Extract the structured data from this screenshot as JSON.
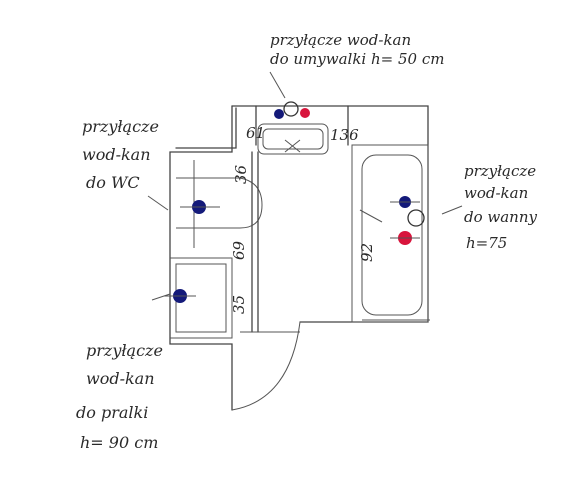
{
  "labels": {
    "sink": {
      "line1": "przyłącze wod-kan",
      "line2": "do umywalki  h= 50 cm"
    },
    "wc": {
      "line1": "przyłącze",
      "line2": "wod-kan",
      "line3": "do WC"
    },
    "bath": {
      "line1": "przyłącze",
      "line2": "wod-kan",
      "line3": "do wanny",
      "line4": "h=75"
    },
    "washer": {
      "line1": "przyłącze",
      "line2": "wod-kan",
      "line3": "do pralki",
      "line4": "h= 90 cm"
    }
  },
  "dimensions": {
    "sink_left": "61",
    "sink_right": "136",
    "wc_height": "36",
    "wall_mid": "69",
    "washer_height": "35",
    "bath_width": "92"
  },
  "colors": {
    "cold_water": "#141a7a",
    "hot_water": "#d8143c",
    "blue_ink": "#1a2aa0"
  }
}
